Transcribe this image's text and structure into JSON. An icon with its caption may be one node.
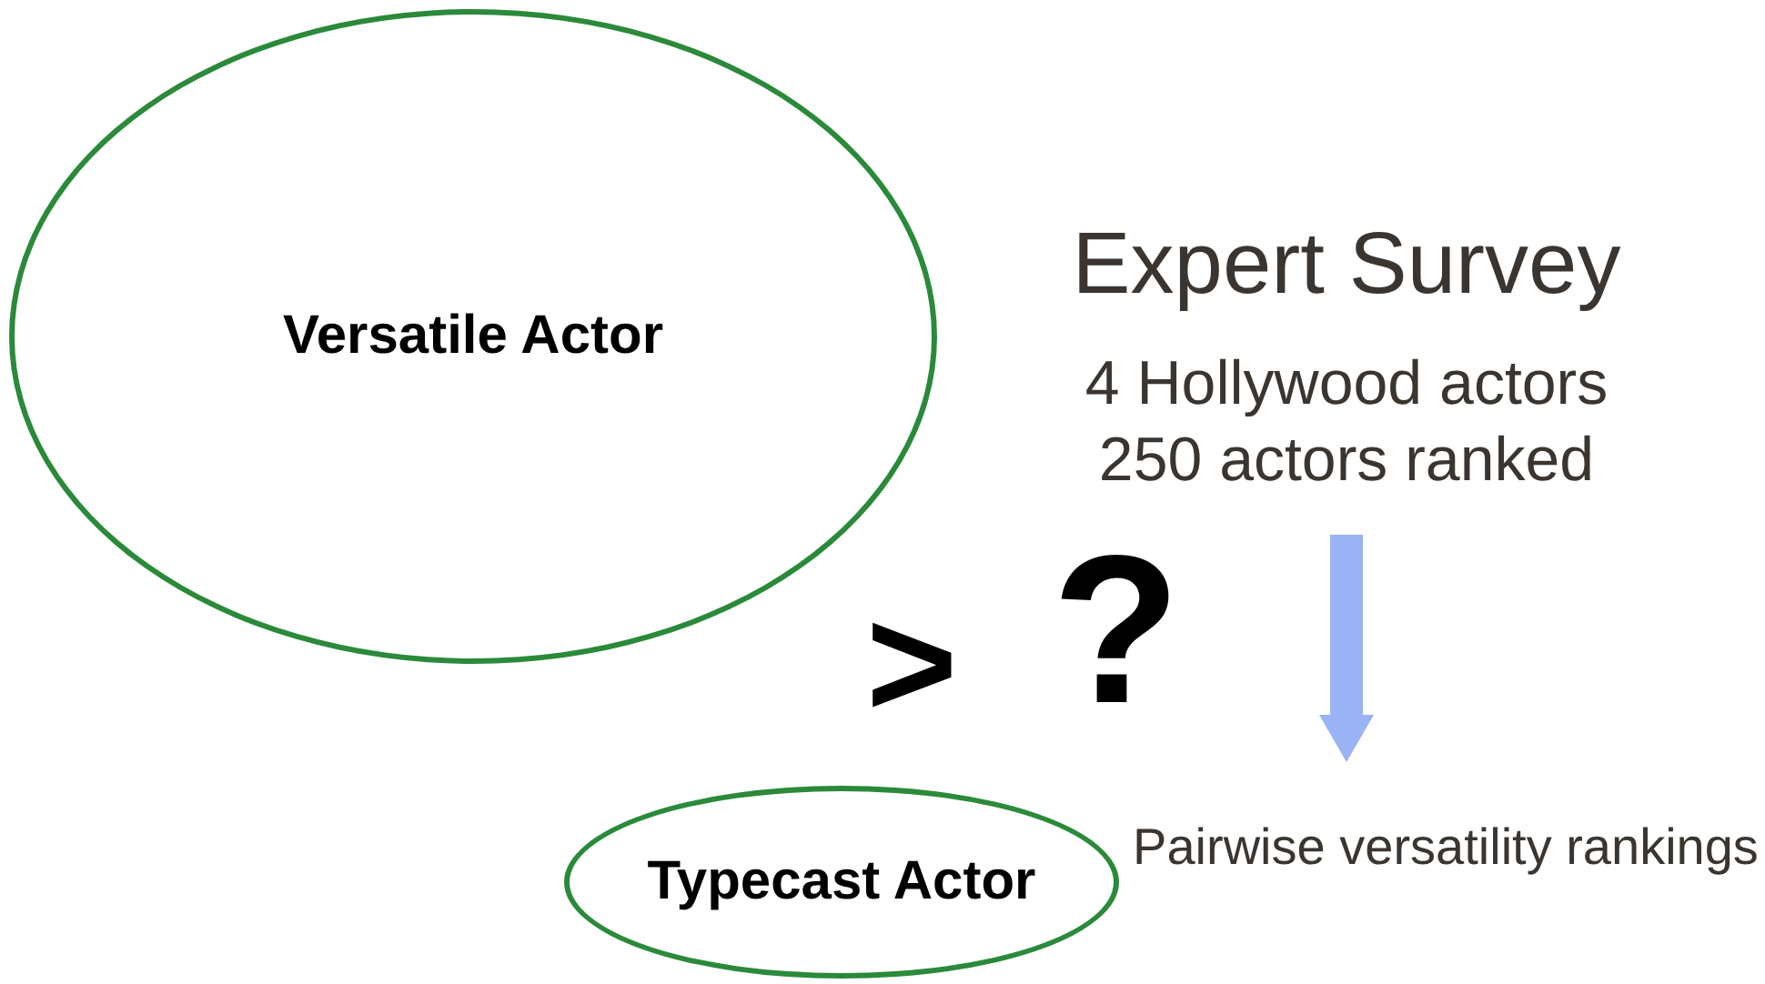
{
  "diagram": {
    "nodes": [
      {
        "text": [
          "Versatile Actor"
        ]
      },
      {
        "text": [
          "Typecast Actor"
        ]
      },
      {
        "text": [
          "Expert Survey",
          "4 Hollywood actors 250 actors ranked"
        ]
      },
      {
        "text": [
          "Pairwise versatility rankings"
        ]
      }
    ],
    "edges": [
      {
        "from": 2,
        "to": 3,
        "arrow": "to",
        "color": "#99b3f5"
      }
    ],
    "labels": [
      ">",
      "?"
    ]
  }
}
